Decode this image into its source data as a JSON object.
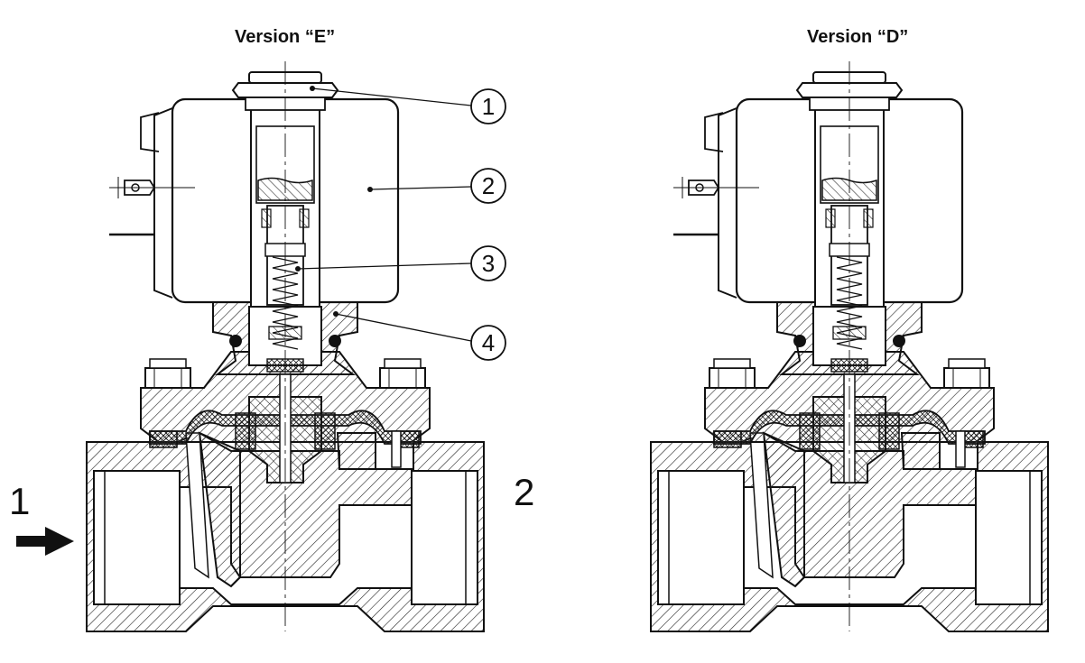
{
  "titles": {
    "left": "Version “E”",
    "right": "Version “D”"
  },
  "ports": {
    "inlet": "1",
    "outlet": "2"
  },
  "callouts": [
    "1",
    "2",
    "3",
    "4"
  ],
  "colors": {
    "line": "#111111",
    "hatch": "#222222",
    "background": "#ffffff"
  }
}
